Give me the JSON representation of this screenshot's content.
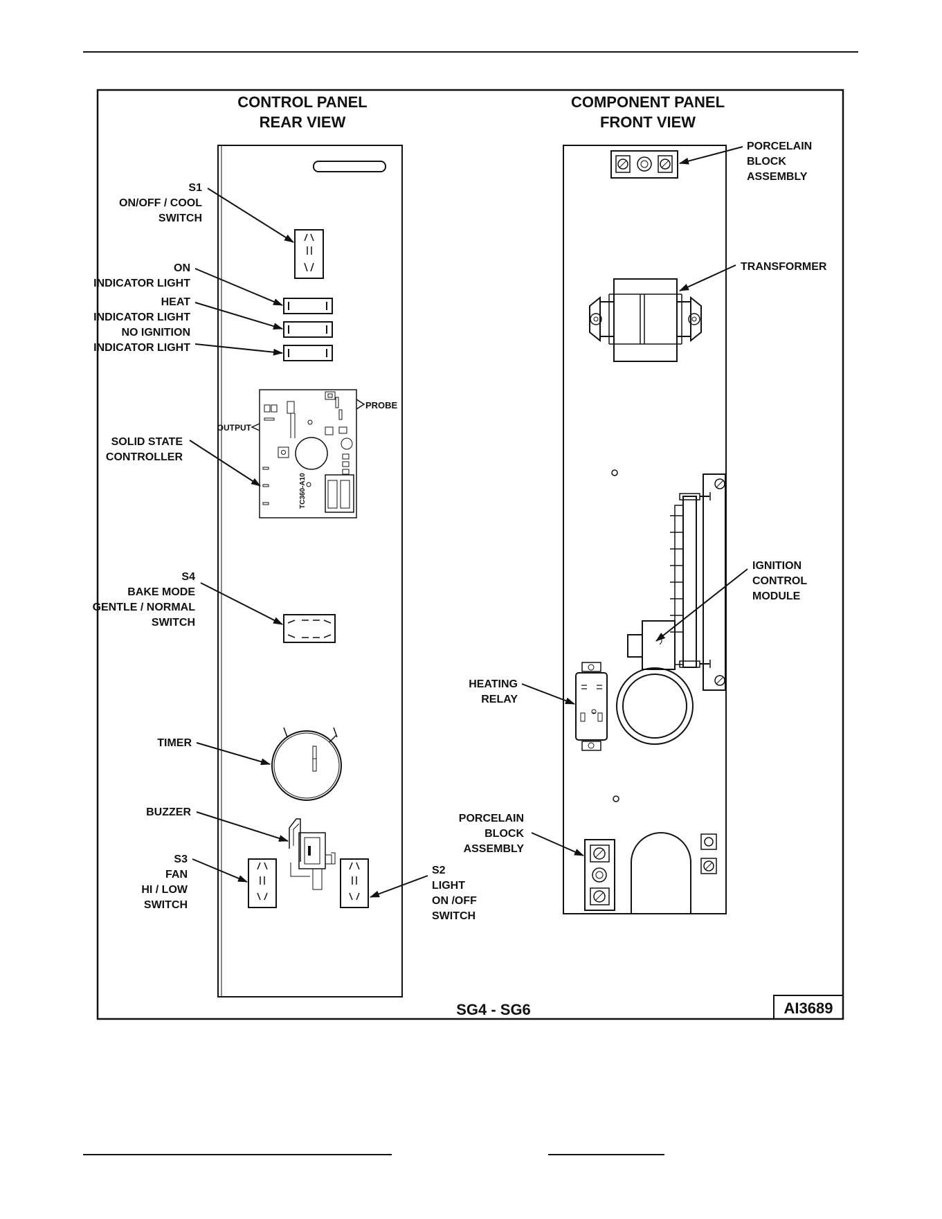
{
  "left_panel": {
    "title_line1": "CONTROL PANEL",
    "title_line2": "REAR VIEW",
    "labels": {
      "s1": [
        "S1",
        "ON/OFF / COOL",
        "SWITCH"
      ],
      "on_light": [
        "ON",
        "INDICATOR LIGHT"
      ],
      "heat_light": [
        "HEAT",
        "INDICATOR LIGHT"
      ],
      "noign_light": [
        "NO IGNITION",
        "INDICATOR LIGHT"
      ],
      "controller": [
        "SOLID STATE",
        "CONTROLLER"
      ],
      "output": "OUTPUT",
      "probe": "PROBE",
      "board_model": "TC360-A10",
      "s4": [
        "S4",
        "BAKE MODE",
        "GENTLE / NORMAL",
        "SWITCH"
      ],
      "timer": "TIMER",
      "buzzer": "BUZZER",
      "s3": [
        "S3",
        "FAN",
        "HI / LOW",
        "SWITCH"
      ],
      "s2": [
        "S2",
        "LIGHT",
        "ON /OFF",
        "SWITCH"
      ]
    }
  },
  "right_panel": {
    "title_line1": "COMPONENT PANEL",
    "title_line2": "FRONT VIEW",
    "labels": {
      "porcelain_top": [
        "PORCELAIN",
        "BLOCK",
        "ASSEMBLY"
      ],
      "transformer": "TRANSFORMER",
      "ignition": [
        "IGNITION",
        "CONTROL",
        "MODULE"
      ],
      "relay": [
        "HEATING",
        "RELAY"
      ],
      "porcelain_bottom": [
        "PORCELAIN",
        "BLOCK",
        "ASSEMBLY"
      ]
    }
  },
  "footer": {
    "models": "SG4 - SG6",
    "figure_id": "AI3689"
  }
}
